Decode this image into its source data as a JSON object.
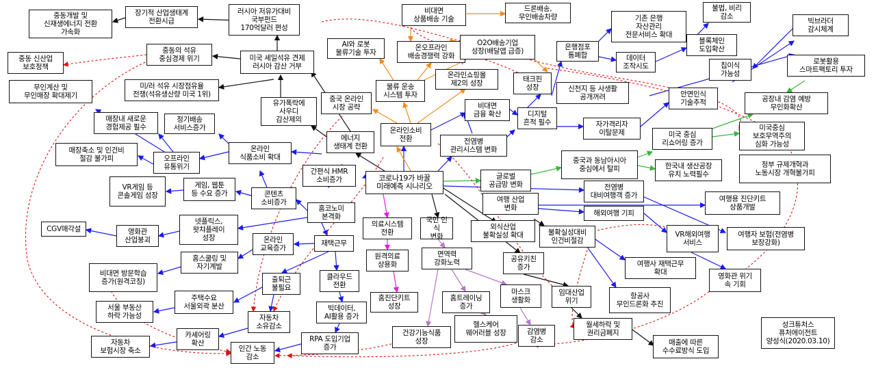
{
  "colors": {
    "black": "#111111",
    "blue": "#1a1af0",
    "orange": "#f08c1e",
    "green": "#3cb43c",
    "magenta": "#e01ee0",
    "violet": "#b478c8",
    "red": "#dd1111"
  },
  "nodes": {
    "mideast_dev": "중동개발 및\n신재생에너지 전환\n가속화",
    "longterm_ind": "장기적 산업생태계\n전환시급",
    "russia_fund": "러시아 저유가대비\n국부펀드\n170억달러 편성",
    "nonface_logistics": "비대면\n상품배송 기술",
    "drone": "드론배송,\n무인배송차량",
    "unemp": "불법, 비리\n감소",
    "bigbrother": "빅브라더\n감시체계",
    "mideast_policy": "중동 신산업\n보호정책",
    "oil_economy": "중동의 석유\n중심경제 위기",
    "us_shale": "미국 셰일석유 견제\n러시아 감산 거부",
    "ai_robot": "AI와 로봇\n물류기술 투자",
    "delivery_comp": "온오프라인\n배송경쟁력 강화",
    "o2o": "O2O배송기업\n성장(배달앱 급증)",
    "bank_retail": "은행점포\n통폐합",
    "bank_asset": "기존 은행\n자산관리\n전문서비스 확대",
    "blockchain": "블록체인\n도입확산",
    "data_org": "데이터\n조작시도",
    "chip": "칩이식\n가능성",
    "robot_factory": "로봇활용\n스마트팩토리 투자",
    "unmanned_pay": "무인계산 및\n무인매장 확대제기",
    "us_oil_war": "미/러 석유 시장점유율\n전쟁(석유생산량 미국 1위)",
    "oil_cut": "유가폭락에\n사우디\n감산제의",
    "logistics_inv": "물류 운송\n시스템 투자",
    "online_mall": "온라인쇼핑몰\n제2의 성장",
    "china_online": "중국 온라인\n시장 공략",
    "contactless_fin": "비대면\n금융 확산",
    "fintech": "태크핀\n성장",
    "shincheonji": "신천지 등 사생활\n공개꺼려",
    "face_rec": "안면인식\n기술추적",
    "quarantine": "공장내 감염 예방\n무인화확산",
    "store_exp": "매장내 새로운\n경험제공 필수",
    "subscription": "정기배송\n서비스증가",
    "energy": "에너지\n생태계 전환",
    "online_consume": "온라인소비\n전환",
    "digital_trace": "디지털\n흔적 필수",
    "self_isolation": "자가격리자\n이탈문제",
    "us_center": "미국 중심\n리쇼어링 증가",
    "protectionism": "미국중심\n보호무역주의\n심화 가능성",
    "offline_crisis": "오프라인\n유통위기",
    "store_reduce": "매장축소 및 인건비\n절감 불가피",
    "online_food": "온라인\n식품소비 확대",
    "hmr": "간편식 HMR\n소비증가",
    "mgmt_change": "전염병\n관리시스템 변화",
    "center": "코로나19가 바꿀\n미래예측 시나리오",
    "global_chain": "글로벌\n공급망 변화",
    "china_sea": "중국과 동남아시아\n중심에서 탈피",
    "korea_factory": "한국내 생산공장\n유치 노력필수",
    "reform": "정부 규제개혁과\n노동시장 개혁불가피",
    "vr_game": "VR게임 등\n콘솔게임 성장",
    "game_web": "게임, 웹툰\n등 수요 증가",
    "contents": "콘텐츠\n소비증가",
    "home_economy": "홈코노미\n본격화",
    "travel_change": "여행 산업\n변화",
    "epidemic_travel": "전염병\n대비여행객 증가",
    "travel_kit": "여행용 진단키트\n상품개발",
    "overseas_avoid": "해외여행 기피",
    "vr_travel": "VR해외여행\n서비스",
    "travel_ins": "여행자 보험(전염병\n보장강화)",
    "cgv": "CGV매각설",
    "theater": "영화관\n산업붕괴",
    "ott": "넷플릭스,\n왓챠플레이\n성장",
    "medical_change": "의료시스템\n전환",
    "immunity_change": "국민 인식\n변화",
    "dining": "외식산업\n불확실성 확대",
    "labor_cost": "불확실성대비\n인건비절감",
    "remote_work": "재택근무",
    "online_edu": "온라인\n교육증가",
    "homeschool": "홈스쿨링 및\n자기계발",
    "remote_med": "원격의료\n상용화",
    "immunity": "면역력\n강화노력",
    "shared_kitchen": "공유키친\n증가",
    "travel_agency": "여행사 재택근무\n확대",
    "theater_crisis": "영화관 위기\n속 기회",
    "nonface_edu": "비대면 방문학습\n증가(원격코칭)",
    "commute": "출퇴근\n불필요",
    "cloud": "클라우드\n전환",
    "home_kit": "홈진단키트\n성장",
    "home_training": "홈트레이닝\n증가",
    "mask": "마스크\n생활화",
    "rent": "임대산업\n위기",
    "airline": "항공사\n무인드론화 추진",
    "seoul_estate": "서울 부동산\n하락 가능성",
    "housing": "주택수요\n서울외곽 분산",
    "car_own": "자동차\n소유감소",
    "bigdata_ai": "빅데이터,\nAI활용 증가",
    "health_food": "건강기능식품\n성장",
    "healthcare": "헬스케어\n웨어러블 성장",
    "infection_down": "감염병\n감소",
    "rent_down": "월세하락 및\n권리금폐지",
    "car_ins": "자동차\n보험시장 축소",
    "carsharing": "카셰어링\n확산",
    "labor_down": "인간 노동\n감소",
    "rpa": "RPA 도입기업\n증가",
    "sales_fee": "매출에 따른\n수수료방식 도입",
    "author": "성크튜처스\n퓨처에이전트\n양성식(2020.03.10)"
  }
}
